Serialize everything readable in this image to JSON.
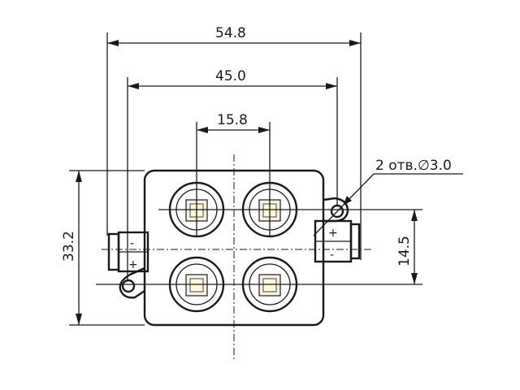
{
  "dimensions": {
    "overall_width": "54.8",
    "mount_hole_spacing": "45.0",
    "led_pitch": "15.8",
    "body_height": "33.2",
    "led_row_spacing": "14.5"
  },
  "callout": {
    "holes": "2 отв.∅3.0"
  },
  "terminals": {
    "left_top": "-",
    "left_bottom": "+",
    "right_top": "+",
    "right_bottom": "-"
  },
  "colors": {
    "ink": "#1a1a1a",
    "background": "#ffffff",
    "led": "#fff8d8"
  }
}
